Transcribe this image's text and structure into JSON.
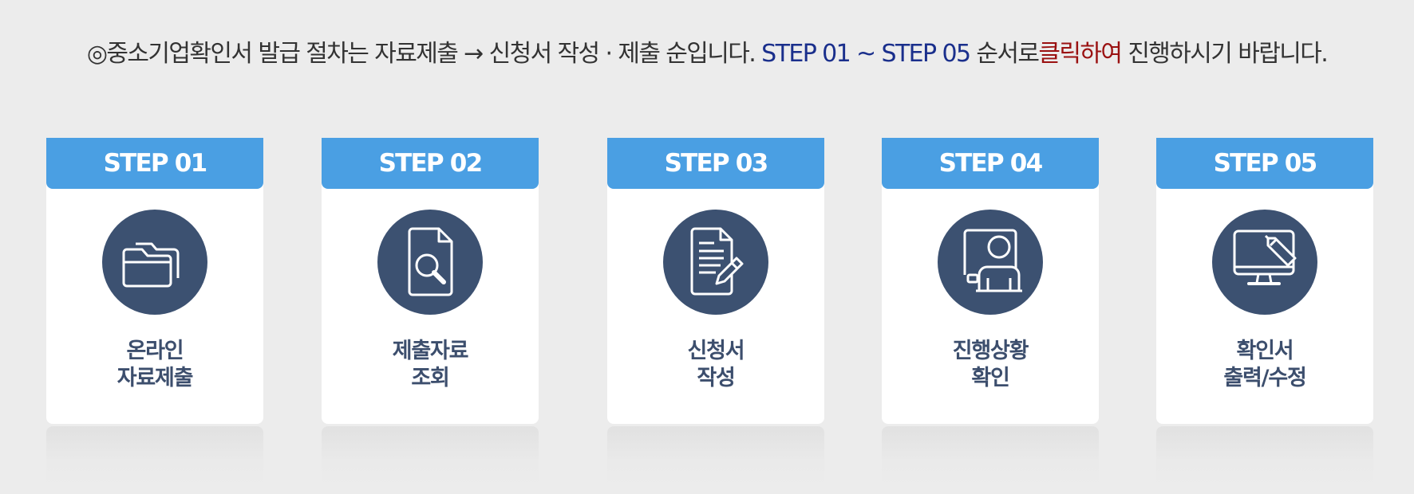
{
  "intro": {
    "part1": "◎중소기업확인서 발급 절차는 자료제출 → 신청서 작성 · 제출 순입니다.",
    "steps_range": "STEP 01 ~ STEP 05",
    "part2": "순서로",
    "emphasis": "클릭하여",
    "part3": "진행하시기 바랍니다."
  },
  "steps": [
    {
      "title": "STEP 01",
      "label_line1": "온라인",
      "label_line2": "자료제출",
      "icon": "folders-icon"
    },
    {
      "title": "STEP 02",
      "label_line1": "제출자료",
      "label_line2": "조회",
      "icon": "document-search-icon"
    },
    {
      "title": "STEP 03",
      "label_line1": "신청서",
      "label_line2": "작성",
      "icon": "document-edit-icon"
    },
    {
      "title": "STEP 04",
      "label_line1": "진행상황",
      "label_line2": "확인",
      "icon": "user-monitor-icon"
    },
    {
      "title": "STEP 05",
      "label_line1": "확인서",
      "label_line2": "출력/수정",
      "icon": "monitor-edit-icon"
    }
  ],
  "colors": {
    "background": "#ececec",
    "header": "#4a9fe3",
    "icon_circle": "#3c5171",
    "label_text": "#3c4e6d",
    "intro_blue": "#1a2f8c",
    "intro_red": "#9a1111"
  }
}
